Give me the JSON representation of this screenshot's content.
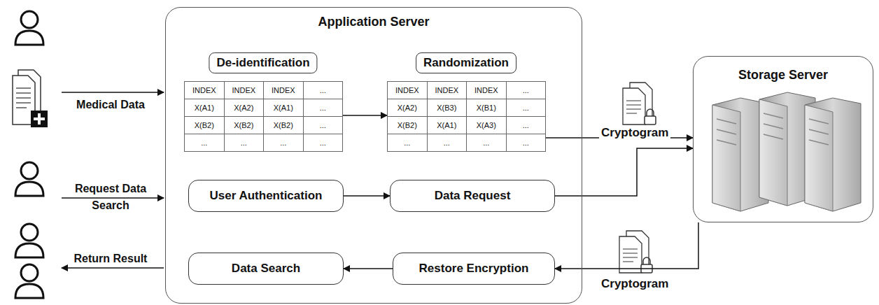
{
  "diagram": {
    "nodes": [
      {
        "text": [
          "Application Server"
        ]
      },
      {
        "text": [
          "De-identification"
        ],
        "in": 0
      },
      {
        "text": [
          "Randomization"
        ],
        "in": 0
      },
      {
        "text": [
          "User Authentication"
        ],
        "in": 0
      },
      {
        "text": [
          "Data Request"
        ],
        "in": 0
      },
      {
        "text": [
          "Restore Encryption"
        ],
        "in": 0
      },
      {
        "text": [
          "Data Search"
        ],
        "in": 0
      },
      {
        "text": [
          "Storage Server"
        ]
      }
    ],
    "edges": [
      {
        "from": 1,
        "to": 2,
        "arrow": "to"
      },
      {
        "from": 2,
        "to": 7,
        "label": "Cryptogram",
        "arrow": "to"
      },
      {
        "from": 3,
        "to": 4,
        "arrow": "to"
      },
      {
        "from": 4,
        "to": 7,
        "arrow": "to"
      },
      {
        "from": 7,
        "to": 5,
        "label": "Cryptogram",
        "arrow": "to"
      },
      {
        "from": 5,
        "to": 6,
        "arrow": "to"
      }
    ],
    "labels": [
      "Medical Data",
      "Request Data Search",
      "Return Result",
      "INDEX",
      "INDEX",
      "INDEX",
      "...",
      "X(A1)",
      "X(A2)",
      "X(A1)",
      "...",
      "X(B2)",
      "X(B2)",
      "X(B2)",
      "...",
      "...",
      "...",
      "...",
      "...",
      "INDEX",
      "INDEX",
      "INDEX",
      "...",
      "X(A2)",
      "X(B3)",
      "X(B1)",
      "...",
      "X(B2)",
      "X(A1)",
      "X(A3)",
      "...",
      "...",
      "...",
      "...",
      "..."
    ]
  }
}
